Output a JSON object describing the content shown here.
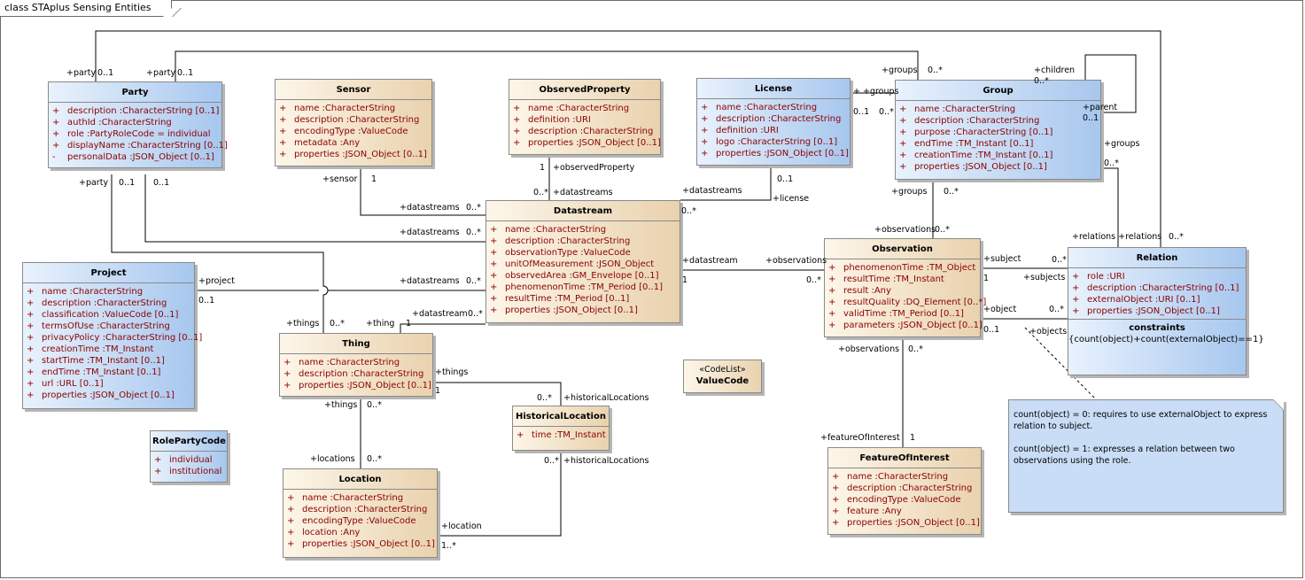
{
  "frame": {
    "title": "class STAplus Sensing Entities"
  },
  "classes": {
    "party": {
      "name": "Party",
      "attributes": [
        {
          "vis": "+",
          "text": "description  :CharacterString [0..1]"
        },
        {
          "vis": "+",
          "text": "authId  :CharacterString"
        },
        {
          "vis": "+",
          "text": "role  :PartyRoleCode = individual"
        },
        {
          "vis": "+",
          "text": "displayName  :CharacterString [0..1]"
        },
        {
          "vis": "-",
          "text": "personalData  :JSON_Object [0..1]"
        }
      ]
    },
    "sensor": {
      "name": "Sensor",
      "attributes": [
        {
          "vis": "+",
          "text": "name  :CharacterString"
        },
        {
          "vis": "+",
          "text": "description  :CharacterString"
        },
        {
          "vis": "+",
          "text": "encodingType  :ValueCode"
        },
        {
          "vis": "+",
          "text": "metadata  :Any"
        },
        {
          "vis": "+",
          "text": "properties  :JSON_Object [0..1]"
        }
      ]
    },
    "observedproperty": {
      "name": "ObservedProperty",
      "attributes": [
        {
          "vis": "+",
          "text": "name  :CharacterString"
        },
        {
          "vis": "+",
          "text": "definition  :URI"
        },
        {
          "vis": "+",
          "text": "description  :CharacterString"
        },
        {
          "vis": "+",
          "text": "properties  :JSON_Object [0..1]"
        }
      ]
    },
    "license": {
      "name": "License",
      "attributes": [
        {
          "vis": "+",
          "text": "name  :CharacterString"
        },
        {
          "vis": "+",
          "text": "description  :CharacterString"
        },
        {
          "vis": "+",
          "text": "definition  :URI"
        },
        {
          "vis": "+",
          "text": "logo  :CharacterString [0..1]"
        },
        {
          "vis": "+",
          "text": "properties  :JSON_Object [0..1]"
        }
      ]
    },
    "group": {
      "name": "Group",
      "attributes": [
        {
          "vis": "+",
          "text": "name  :CharacterString"
        },
        {
          "vis": "+",
          "text": "description  :CharacterString"
        },
        {
          "vis": "+",
          "text": "purpose  :CharacterString [0..1]"
        },
        {
          "vis": "+",
          "text": "endTime  :TM_Instant [0..1]"
        },
        {
          "vis": "+",
          "text": "creationTime  :TM_Instant [0..1]"
        },
        {
          "vis": "+",
          "text": "properties  :JSON_Object [0..1]"
        }
      ]
    },
    "datastream": {
      "name": "Datastream",
      "attributes": [
        {
          "vis": "+",
          "text": "name  :CharacterString"
        },
        {
          "vis": "+",
          "text": "description  :CharacterString"
        },
        {
          "vis": "+",
          "text": "observationType  :ValueCode"
        },
        {
          "vis": "+",
          "text": "unitOfMeasurement  :JSON_Object"
        },
        {
          "vis": "+",
          "text": "observedArea  :GM_Envelope [0..1]"
        },
        {
          "vis": "+",
          "text": "phenomenonTime  :TM_Period [0..1]"
        },
        {
          "vis": "+",
          "text": "resultTime  :TM_Period [0..1]"
        },
        {
          "vis": "+",
          "text": "properties  :JSON_Object [0..1]"
        }
      ]
    },
    "observation": {
      "name": "Observation",
      "attributes": [
        {
          "vis": "+",
          "text": "phenomenonTime  :TM_Object"
        },
        {
          "vis": "+",
          "text": "resultTime  :TM_Instant"
        },
        {
          "vis": "+",
          "text": "result  :Any"
        },
        {
          "vis": "+",
          "text": "resultQuality  :DQ_Element [0..*]"
        },
        {
          "vis": "+",
          "text": "validTime  :TM_Period [0..1]"
        },
        {
          "vis": "+",
          "text": "parameters  :JSON_Object [0..1]"
        }
      ]
    },
    "relation": {
      "name": "Relation",
      "attributes": [
        {
          "vis": "+",
          "text": "role  :URI"
        },
        {
          "vis": "+",
          "text": "description  :CharacterString [0..1]"
        },
        {
          "vis": "+",
          "text": "externalObject  :URI [0..1]"
        },
        {
          "vis": "+",
          "text": "properties  :JSON_Object [0..1]"
        }
      ],
      "constraints_title": "constraints",
      "constraint": "{count(object)+count(externalObject)==1}"
    },
    "project": {
      "name": "Project",
      "attributes": [
        {
          "vis": "+",
          "text": "name  :CharacterString"
        },
        {
          "vis": "+",
          "text": "description  :CharacterString"
        },
        {
          "vis": "+",
          "text": "classification  :ValueCode [0..1]"
        },
        {
          "vis": "+",
          "text": "termsOfUse  :CharacterString"
        },
        {
          "vis": "+",
          "text": "privacyPolicy  :CharacterString [0..1]"
        },
        {
          "vis": "+",
          "text": "creationTime  :TM_Instant"
        },
        {
          "vis": "+",
          "text": "startTime  :TM_Instant [0..1]"
        },
        {
          "vis": "+",
          "text": "endTime  :TM_Instant [0..1]"
        },
        {
          "vis": "+",
          "text": "url  :URL [0..1]"
        },
        {
          "vis": "+",
          "text": "properties  :JSON_Object [0..1]"
        }
      ]
    },
    "thing": {
      "name": "Thing",
      "attributes": [
        {
          "vis": "+",
          "text": "name  :CharacterString"
        },
        {
          "vis": "+",
          "text": "description  :CharacterString"
        },
        {
          "vis": "+",
          "text": "properties  :JSON_Object [0..1]"
        }
      ]
    },
    "valuecode": {
      "stereotype": "«CodeList»",
      "name": "ValueCode",
      "attributes": []
    },
    "historicallocation": {
      "name": "HistoricalLocation",
      "attributes": [
        {
          "vis": "+",
          "text": "time  :TM_Instant"
        }
      ]
    },
    "rolepartycode": {
      "name": "RolePartyCode",
      "attributes": [
        {
          "vis": "+",
          "text": "individual"
        },
        {
          "vis": "+",
          "text": "institutional"
        }
      ]
    },
    "location": {
      "name": "Location",
      "attributes": [
        {
          "vis": "+",
          "text": "name  :CharacterString"
        },
        {
          "vis": "+",
          "text": "description  :CharacterString"
        },
        {
          "vis": "+",
          "text": "encodingType  :ValueCode"
        },
        {
          "vis": "+",
          "text": "location  :Any"
        },
        {
          "vis": "+",
          "text": "properties  :JSON_Object [0..1]"
        }
      ]
    },
    "featureofinterest": {
      "name": "FeatureOfInterest",
      "attributes": [
        {
          "vis": "+",
          "text": "name  :CharacterString"
        },
        {
          "vis": "+",
          "text": "description  :CharacterString"
        },
        {
          "vis": "+",
          "text": "encodingType  :ValueCode"
        },
        {
          "vis": "+",
          "text": "feature  :Any"
        },
        {
          "vis": "+",
          "text": "properties  :JSON_Object [0..1]"
        }
      ]
    }
  },
  "note": {
    "p1": "count(object) = 0: requires to use externalObject to express relation to subject.",
    "p2": "count(object) = 1: expresses a relation between two observations using the role."
  },
  "labels": {
    "l1": "+party",
    "l2": "0..1",
    "l3": "+party",
    "l4": "0..1",
    "l5": "+groups",
    "l6": "0..*",
    "l7": "+children",
    "l8": "0..*",
    "l9": "+ +groups",
    "l10": "0..1",
    "l11": "0..*",
    "l12": "+parent",
    "l13": "0..1",
    "l14": "+groups",
    "l15": "0..*",
    "l16": "+party",
    "l17": "0..1",
    "l18": "0..1",
    "l19": "+sensor",
    "l20": "1",
    "l21": "1",
    "l22": "+observedProperty",
    "l23": "0..*",
    "l24": "+datastreams",
    "l25": "+datastreams",
    "l26": "0..1",
    "l27": "+license",
    "l28": "+groups",
    "l29": "0..*",
    "l30": "+datastreams",
    "l31": "0..*",
    "l32": "0..*",
    "l33": "+datastreams",
    "l34": "0..*",
    "l35": "+observations",
    "l36": "0..*",
    "l37": "+relations +relations",
    "l38": "0..*",
    "l39": "+datastream",
    "l40": "+observations",
    "l41": "1",
    "l42": "0..*",
    "l43": "+subject",
    "l44": "0..*",
    "l45": "1",
    "l46": "+subjects",
    "l47": "+project",
    "l48": "0..1",
    "l49": "+datastreams",
    "l50": "0..*",
    "l51": "+object",
    "l52": "0..*",
    "l53": "0..1",
    "l54": "+objects",
    "l55": "+things",
    "l56": "0..*",
    "l57": "+thing",
    "l58": "1",
    "l59": "+datastream",
    "l60": "0..*",
    "l61": "+things",
    "l62": "1",
    "l63": "0..*",
    "l64": "+historicalLocations",
    "l65": "+observations",
    "l66": "0..*",
    "l67": "+things",
    "l68": "0..*",
    "l69": "0..*",
    "l70": "+historicalLocations",
    "l71": "+locations",
    "l72": "0..*",
    "l73": "+location",
    "l74": "1..*",
    "l75": "+featureOfInterest",
    "l76": "1"
  }
}
